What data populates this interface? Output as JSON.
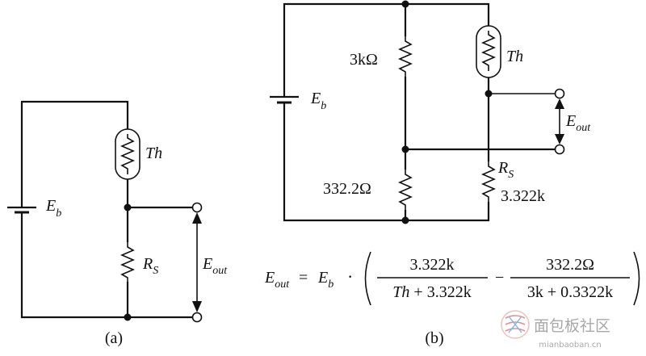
{
  "diagram_a": {
    "caption": "(a)",
    "battery_label": {
      "main": "E",
      "sub": "b"
    },
    "thermistor_label": "Th",
    "resistor_label": {
      "main": "R",
      "sub": "S"
    },
    "output_label": {
      "main": "E",
      "sub": "out"
    }
  },
  "diagram_b": {
    "caption": "(b)",
    "battery_label": {
      "main": "E",
      "sub": "b"
    },
    "thermistor_label": "Th",
    "r_top_left": "3kΩ",
    "r_bottom_left": "332.2Ω",
    "rs_label": {
      "main": "R",
      "sub": "S"
    },
    "rs_value": "3.322k",
    "output_label": {
      "main": "E",
      "sub": "out"
    }
  },
  "equation": {
    "lhs": {
      "main": "E",
      "sub": "out"
    },
    "equals": "=",
    "eb": {
      "main": "E",
      "sub": "b"
    },
    "dot": "·",
    "term1_num": "3.322k",
    "term1_den_th": "Th",
    "term1_den_rest": " + 3.322k",
    "minus": "−",
    "term2_num": "332.2Ω",
    "term2_den": "3k + 0.3322k"
  },
  "watermark": {
    "cn": "面包板社区",
    "url": "mianbaoban.cn"
  }
}
